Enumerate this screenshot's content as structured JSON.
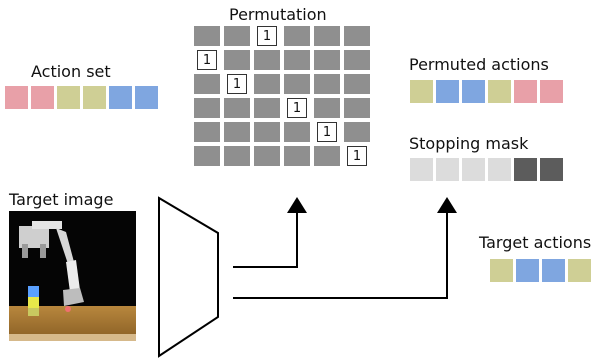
{
  "labels": {
    "permutation": "Permutation",
    "action_set": "Action set",
    "permuted_actions": "Permuted actions",
    "stopping_mask": "Stopping mask",
    "target_image": "Target image",
    "target_actions": "Target actions"
  },
  "permutation_grid": {
    "rows": 6,
    "cols": 6,
    "one_label": "1",
    "ones": [
      [
        0,
        2
      ],
      [
        1,
        0
      ],
      [
        2,
        1
      ],
      [
        3,
        3
      ],
      [
        4,
        4
      ],
      [
        5,
        5
      ]
    ]
  },
  "action_set": {
    "colors": [
      "#e8a0a8",
      "#e8a0a8",
      "#cfcf95",
      "#cfcf95",
      "#7fa6e0",
      "#7fa6e0"
    ]
  },
  "permuted_actions": {
    "colors": [
      "#cfcf95",
      "#7fa6e0",
      "#7fa6e0",
      "#cfcf95",
      "#e8a0a8",
      "#e8a0a8"
    ]
  },
  "stopping_mask": {
    "colors": [
      "#dcdcdc",
      "#dcdcdc",
      "#dcdcdc",
      "#dcdcdc",
      "#5c5c5c",
      "#5c5c5c"
    ]
  },
  "target_actions": {
    "colors": [
      "#cfcf95",
      "#7fa6e0",
      "#7fa6e0",
      "#cfcf95"
    ]
  },
  "colors": {
    "grid_cell": "#8f8f8f",
    "arrow": "#000000"
  }
}
